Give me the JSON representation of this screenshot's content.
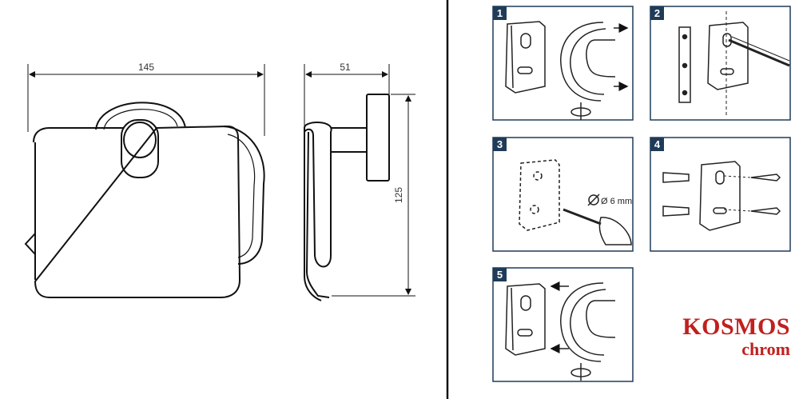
{
  "dimensions": {
    "width": "145",
    "depth": "51",
    "height": "125"
  },
  "steps": [
    {
      "number": "1"
    },
    {
      "number": "2"
    },
    {
      "number": "3",
      "drill_label": "Ø 6 mm"
    },
    {
      "number": "4"
    },
    {
      "number": "5"
    }
  ],
  "brand": {
    "name": "KOSMOS",
    "finish": "chrom"
  },
  "colors": {
    "panel_border": "#1f3b58",
    "badge": "#1f3b58",
    "line": "#111111",
    "brand": "#c0201f"
  }
}
